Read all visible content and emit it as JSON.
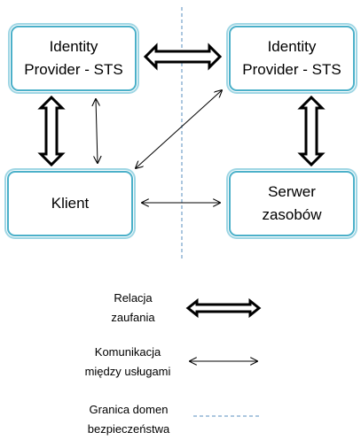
{
  "nodes": {
    "idp_left": {
      "label": "Identity\nProvider - STS"
    },
    "idp_right": {
      "label": "Identity\nProvider - STS"
    },
    "client": {
      "label": "Klient"
    },
    "server": {
      "label": "Serwer\nzasobów"
    }
  },
  "legend": {
    "trust": {
      "label": "Relacja\nzaufania"
    },
    "communication": {
      "label": "Komunikacja\nmiędzy usługami"
    },
    "boundary": {
      "label": "Granica domen\nbezpieczeństwa"
    }
  },
  "colors": {
    "box_border": "#4bb0c9",
    "boundary_line": "#5a8fbf",
    "arrow": "#000000"
  }
}
